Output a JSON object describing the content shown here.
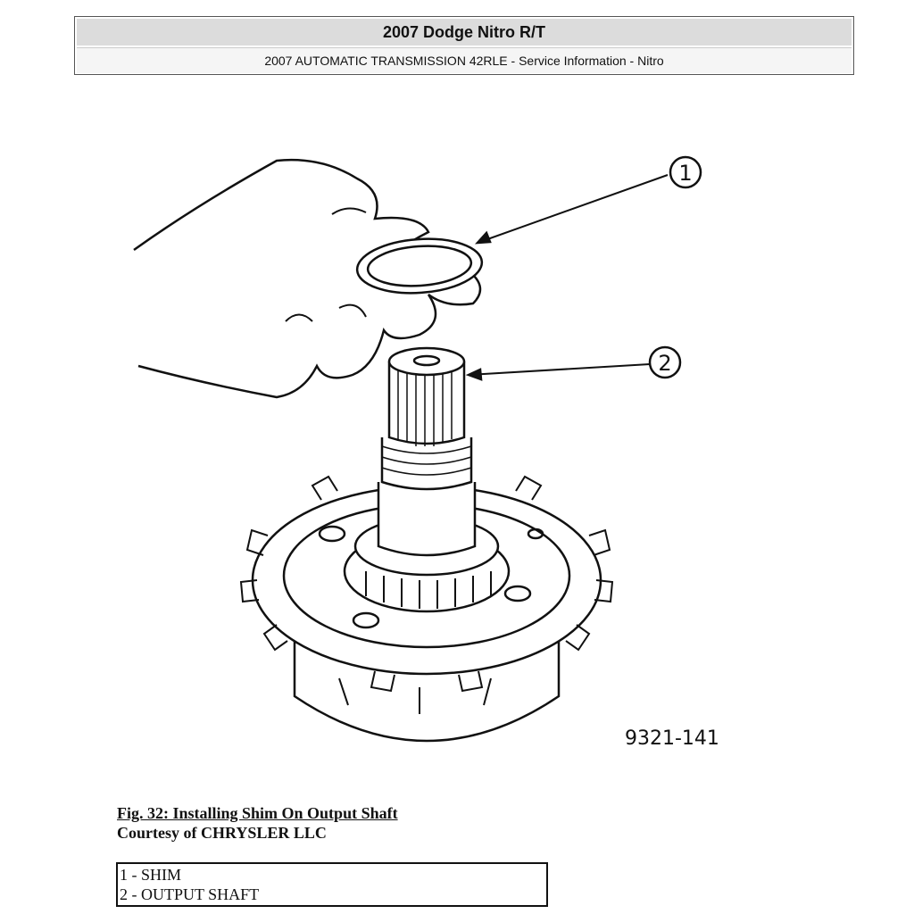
{
  "header": {
    "title": "2007 Dodge Nitro R/T",
    "subtitle": "2007 AUTOMATIC TRANSMISSION 42RLE - Service Information - Nitro"
  },
  "figure": {
    "callouts": [
      "1",
      "2"
    ],
    "figure_number": "9321-141",
    "caption": "Fig. 32: Installing Shim On Output Shaft",
    "courtesy": "Courtesy of CHRYSLER LLC"
  },
  "legend": [
    "1 - SHIM",
    "2 - OUTPUT SHAFT"
  ]
}
